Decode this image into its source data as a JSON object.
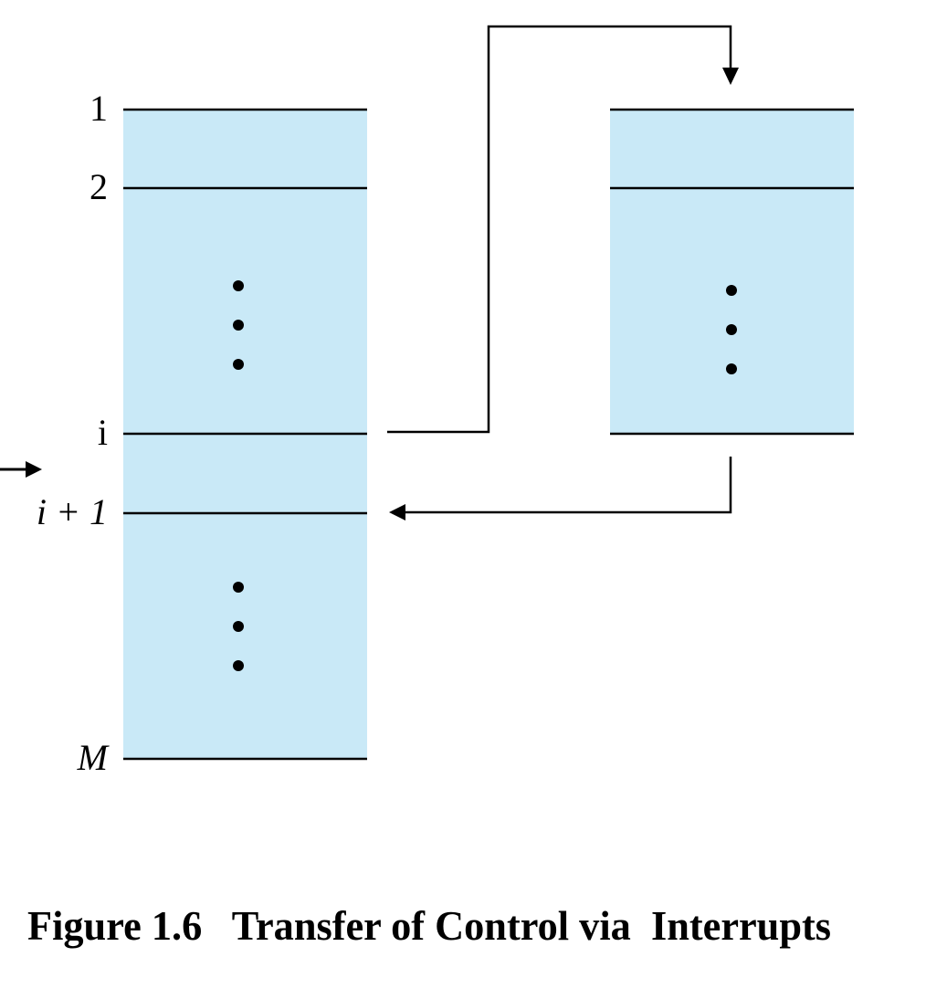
{
  "colors": {
    "block_fill": "#c9e9f7",
    "line": "#000000",
    "background": "#ffffff"
  },
  "user_program": {
    "labels": {
      "first": "1",
      "second": "2",
      "interrupted": "i",
      "next": "i + 1",
      "last": "M"
    },
    "ellipsis_icon": "vertical-ellipsis-icon"
  },
  "interrupt_handler": {
    "ellipsis_icon": "vertical-ellipsis-icon"
  },
  "arrows": {
    "interrupt_occurs": "arrow-right-icon",
    "to_handler": "arrow-down-icon",
    "return_to_program": "arrow-left-icon"
  },
  "caption": {
    "text": "Figure 1.6   Transfer of Control via  Interrupts"
  }
}
